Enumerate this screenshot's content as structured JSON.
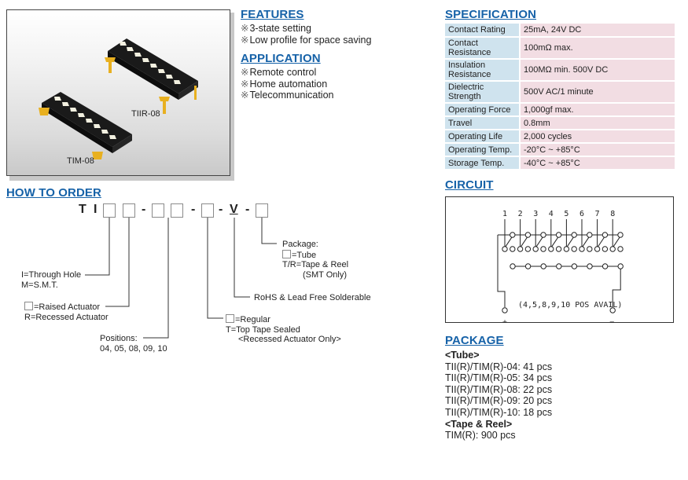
{
  "photo": {
    "label_top": "TIIR-08",
    "label_bottom": "TIM-08"
  },
  "features": {
    "title": "FEATURES",
    "items": [
      "3-state setting",
      "Low profile for space saving"
    ]
  },
  "application": {
    "title": "APPLICATION",
    "items": [
      "Remote control",
      "Home automation",
      "Telecommunication"
    ]
  },
  "bullet_mark": "※",
  "specification": {
    "title": "SPECIFICATION",
    "rows": [
      {
        "key": "Contact Rating",
        "value": "25mA, 24V DC"
      },
      {
        "key": "Contact Resistance",
        "value": "100mΩ max."
      },
      {
        "key": "Insulation Resistance",
        "value": "100MΩ min. 500V DC"
      },
      {
        "key": "Dielectric Strength",
        "value": "500V AC/1 minute"
      },
      {
        "key": "Operating Force",
        "value": "1,000gf max."
      },
      {
        "key": "Travel",
        "value": "0.8mm"
      },
      {
        "key": "Operating Life",
        "value": "2,000 cycles"
      },
      {
        "key": "Operating Temp.",
        "value": "-20°C ~ +85°C"
      },
      {
        "key": "Storage Temp.",
        "value": "-40°C ~ +85°C"
      }
    ]
  },
  "circuit": {
    "title": "CIRCUIT",
    "positions": [
      "1",
      "2",
      "3",
      "4",
      "5",
      "6",
      "7",
      "8"
    ],
    "plus": "+",
    "minus": "−",
    "note": "(4,5,8,9,10 POS AVAIL)"
  },
  "how_to_order": {
    "title": "HOW TO ORDER",
    "prefix_t": "T",
    "prefix_i": "I",
    "dash": "-",
    "fixed_v": "V",
    "legend": {
      "mounting": [
        "I=Through Hole",
        "M=S.M.T."
      ],
      "actuator": [
        "=Raised Actuator",
        "R=Recessed Actuator"
      ],
      "positions": [
        "Positions:",
        "04, 05, 08, 09, 10"
      ],
      "sealing": [
        "=Regular",
        "T=Top Tape Sealed",
        "<Recessed Actuator Only>"
      ],
      "rohs": "RoHS & Lead Free Solderable",
      "package": [
        "Package:",
        "=Tube",
        "T/R=Tape & Reel",
        "(SMT Only)"
      ]
    }
  },
  "package": {
    "title": "PACKAGE",
    "tube_header": "<Tube>",
    "tube_items": [
      "TII(R)/TIM(R)-04: 41 pcs",
      "TII(R)/TIM(R)-05: 34 pcs",
      "TII(R)/TIM(R)-08: 22 pcs",
      "TII(R)/TIM(R)-09: 20 pcs",
      "TII(R)/TIM(R)-10: 18 pcs"
    ],
    "reel_header": "<Tape & Reel>",
    "reel_items": [
      "TIM(R): 900 pcs"
    ]
  },
  "colors": {
    "heading": "#1662a8",
    "spec_key_bg": "#cfe3ee",
    "spec_value_bg": "#f2dde3"
  }
}
